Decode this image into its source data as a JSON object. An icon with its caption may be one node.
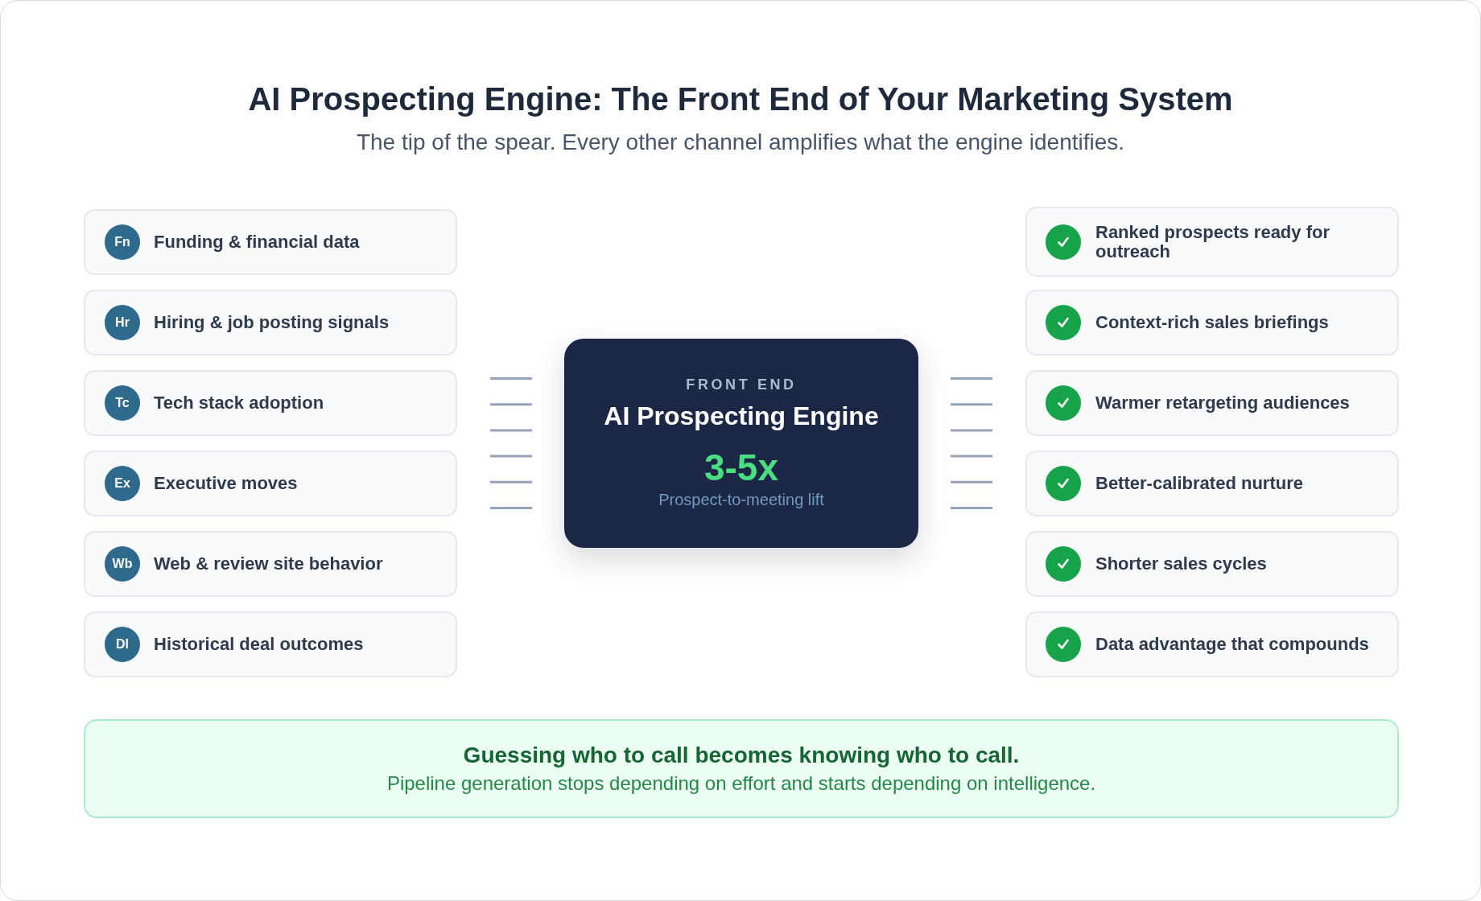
{
  "diagram": {
    "title": "AI Prospecting Engine: The Front End of Your Marketing System",
    "nodes": [
      {
        "text": [
          "Funding & financial data"
        ]
      },
      {
        "text": [
          "Fn"
        ],
        "in": 0
      },
      {
        "text": [
          "Hiring & job posting signals"
        ]
      },
      {
        "text": [
          "Hr"
        ],
        "in": 2
      },
      {
        "text": [
          "Tech stack adoption"
        ]
      },
      {
        "text": [
          "Tc"
        ],
        "in": 4
      },
      {
        "text": [
          "Executive moves"
        ]
      },
      {
        "text": [
          "Ex"
        ],
        "in": 6
      },
      {
        "text": [
          "Web & review site behavior"
        ]
      },
      {
        "text": [
          "Wb"
        ],
        "in": 8
      },
      {
        "text": [
          "Historical deal outcomes"
        ]
      },
      {
        "text": [
          "Dl"
        ],
        "in": 10
      },
      {
        "text": [
          "FRONT END",
          "AI Prospecting Engine",
          "3-5x",
          "Prospect-to-meeting lift"
        ]
      },
      {
        "text": [
          "Ranked prospects ready for outreach"
        ]
      },
      {
        "text": [
          "Context-rich sales briefings"
        ]
      },
      {
        "text": [
          "Warmer retargeting audiences"
        ]
      },
      {
        "text": [
          "Better-calibrated nurture"
        ]
      },
      {
        "text": [
          "Shorter sales cycles"
        ]
      },
      {
        "text": [
          "Data advantage that compounds"
        ]
      },
      {
        "text": [
          "Guessing who to call becomes knowing who to call.",
          "Pipeline generation stops depending on effort and starts depending on intelligence."
        ]
      }
    ],
    "labels": [
      "The tip of the spear. Every other channel amplifies what the engine identifies."
    ]
  }
}
